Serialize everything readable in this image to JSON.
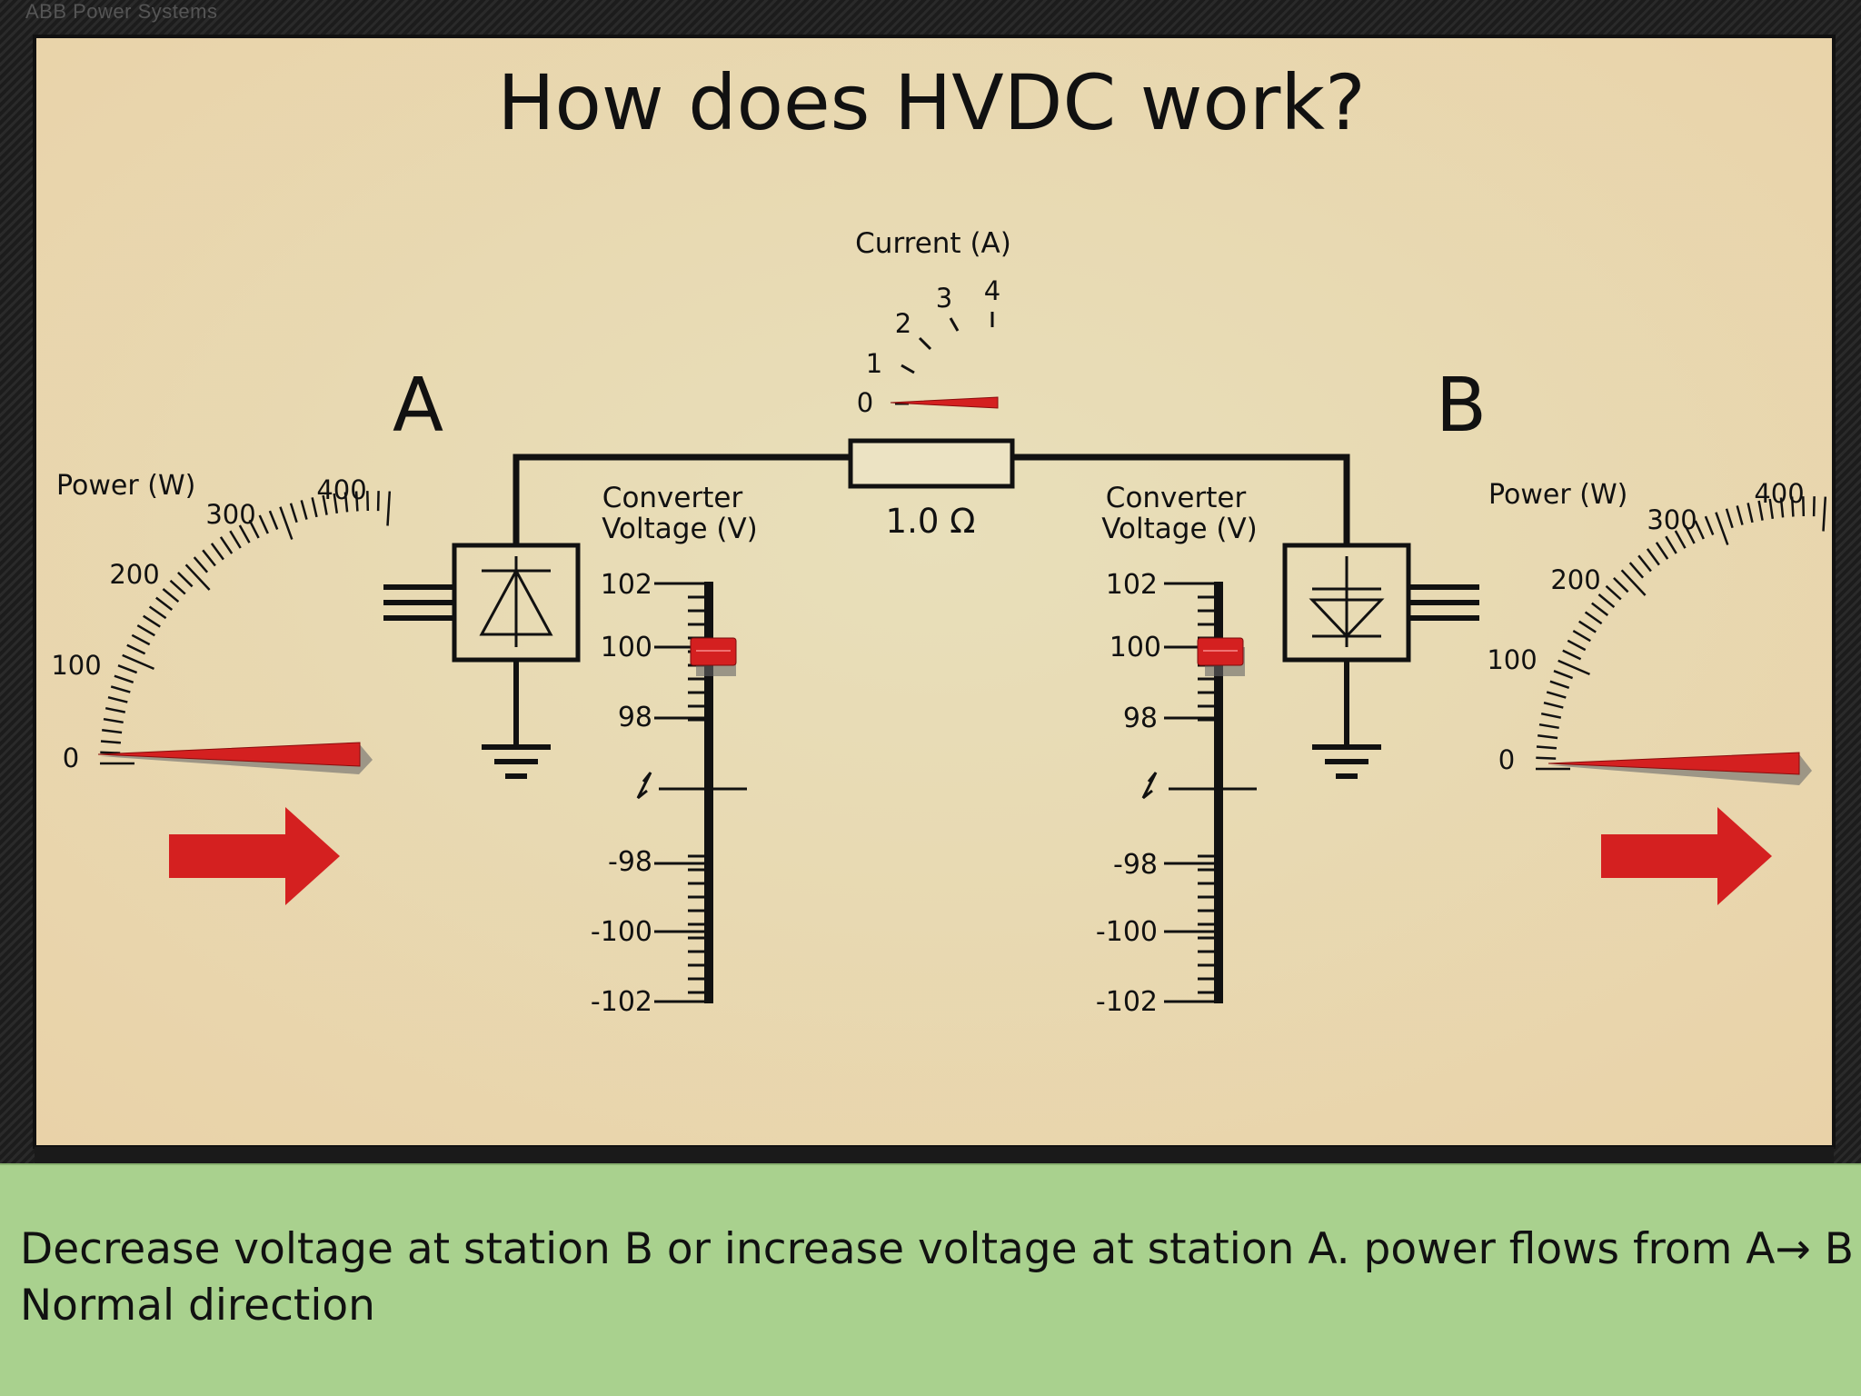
{
  "header": {
    "brand": "ABB Power Systems"
  },
  "title": "How does HVDC work?",
  "current_meter": {
    "label": "Current (A)",
    "ticks": [
      "0",
      "1",
      "2",
      "3",
      "4"
    ],
    "needle_value": 0
  },
  "line": {
    "resistance": "1.0 Ω"
  },
  "station_a": {
    "letter": "A",
    "power_meter": {
      "label": "Power (W)",
      "ticks": [
        "0",
        "100",
        "200",
        "300",
        "400"
      ],
      "needle_value": 0
    },
    "voltage_slider": {
      "label_line1": "Converter",
      "label_line2": "Voltage (V)",
      "ticks": [
        "102",
        "100",
        "98",
        "-98",
        "-100",
        "-102"
      ],
      "value": 100
    }
  },
  "station_b": {
    "letter": "B",
    "power_meter": {
      "label": "Power (W)",
      "ticks": [
        "0",
        "100",
        "200",
        "300",
        "400"
      ],
      "needle_value": 0
    },
    "voltage_slider": {
      "label_line1": "Converter",
      "label_line2": "Voltage (V)",
      "ticks": [
        "102",
        "100",
        "98",
        "-98",
        "-100",
        "-102"
      ],
      "value": 100
    }
  },
  "caption": {
    "line1": "Decrease voltage at station B or increase voltage at station A. power flows from A→ B",
    "line2": "Normal direction"
  },
  "colors": {
    "panel": "#e9dcb8",
    "arrow_red": "#d42020",
    "caption_bg": "#a9d18e",
    "ink": "#111111"
  }
}
